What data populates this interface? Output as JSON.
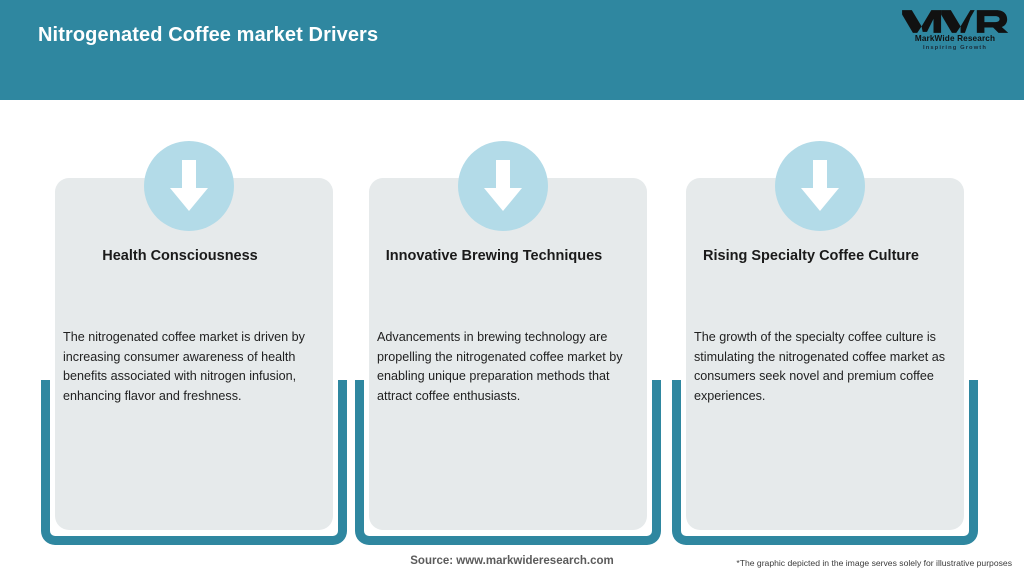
{
  "header": {
    "title": "Nitrogenated Coffee market Drivers",
    "background_color": "#2f87a0",
    "title_color": "#ffffff"
  },
  "logo": {
    "mark": "MWR",
    "name": "MarkWide Research",
    "tagline": "Inspiring Growth"
  },
  "theme": {
    "accent_teal": "#2f87a0",
    "card_background": "#e6eaeb",
    "icon_circle": "#b3dbe8",
    "arrow_color": "#ffffff",
    "page_background": "#ffffff"
  },
  "cards": [
    {
      "icon": "arrow-down-icon",
      "title": "Health Consciousness",
      "body": "The nitrogenated coffee market is driven by increasing consumer awareness of health benefits associated with nitrogen infusion, enhancing flavor and freshness."
    },
    {
      "icon": "arrow-down-icon",
      "title": "Innovative Brewing Techniques",
      "body": "Advancements in brewing technology are propelling the nitrogenated coffee market by enabling unique preparation methods that attract coffee enthusiasts."
    },
    {
      "icon": "arrow-down-icon",
      "title": "Rising Specialty Coffee Culture",
      "body": "The growth of the specialty coffee culture is stimulating the nitrogenated coffee market as consumers seek novel and premium coffee experiences."
    }
  ],
  "footer": {
    "source": "Source: www.markwideresearch.com",
    "disclaimer": "*The graphic depicted in the image serves solely for illustrative purposes"
  }
}
